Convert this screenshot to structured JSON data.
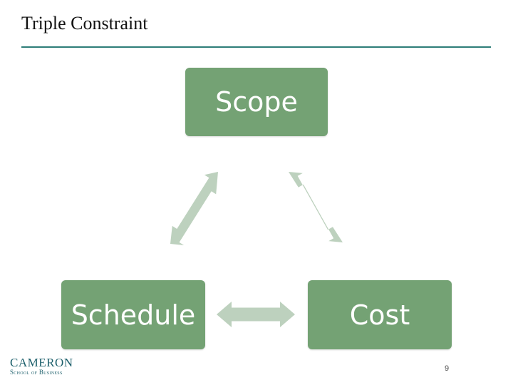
{
  "slide": {
    "title": "Triple Constraint",
    "page_number": "9"
  },
  "diagram": {
    "nodes": {
      "scope": "Scope",
      "schedule": "Schedule",
      "cost": "Cost"
    },
    "colors": {
      "node": "#74a274",
      "arrow": "#bdd1be",
      "rule": "#2e7d78"
    }
  },
  "logo": {
    "main": "CAMERON",
    "sub": "School of Business"
  }
}
